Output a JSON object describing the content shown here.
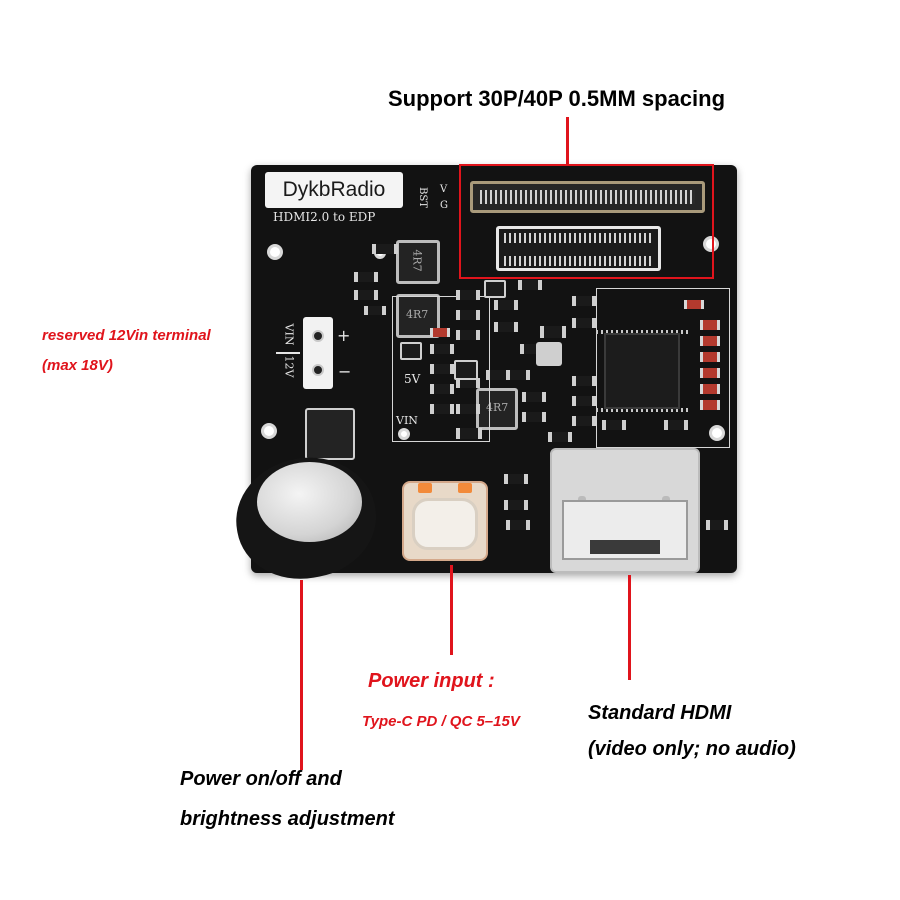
{
  "header": {
    "title": "Support 30P/40P 0.5MM spacing"
  },
  "board": {
    "brand": "DykbRadio",
    "subtitle": "HDMI2.0 to EDP",
    "silk_bst": "BST",
    "silk_v": "V",
    "silk_g": "G",
    "silk_5v": "5V",
    "silk_vin": "VIN",
    "silk_vin_term": "VIN",
    "silk_12v": "12V",
    "silk_plus": "+",
    "silk_minus": "−",
    "inductor_1": "4R7",
    "inductor_2": "4R7",
    "inductor_3": "4R7"
  },
  "annotations": {
    "vin_line1": "reserved 12Vin terminal",
    "vin_line2": "(max 18V)",
    "power_line1": "Power input :",
    "power_line2": "Type-C PD / QC 5–15V",
    "hdmi_line1": "Standard HDMI",
    "hdmi_line2": "(video only; no audio)",
    "knob_line1": "Power on/off and",
    "knob_line2": "brightness adjustment"
  },
  "colors": {
    "annotation_red": "#e0141c",
    "board": "#121212"
  }
}
